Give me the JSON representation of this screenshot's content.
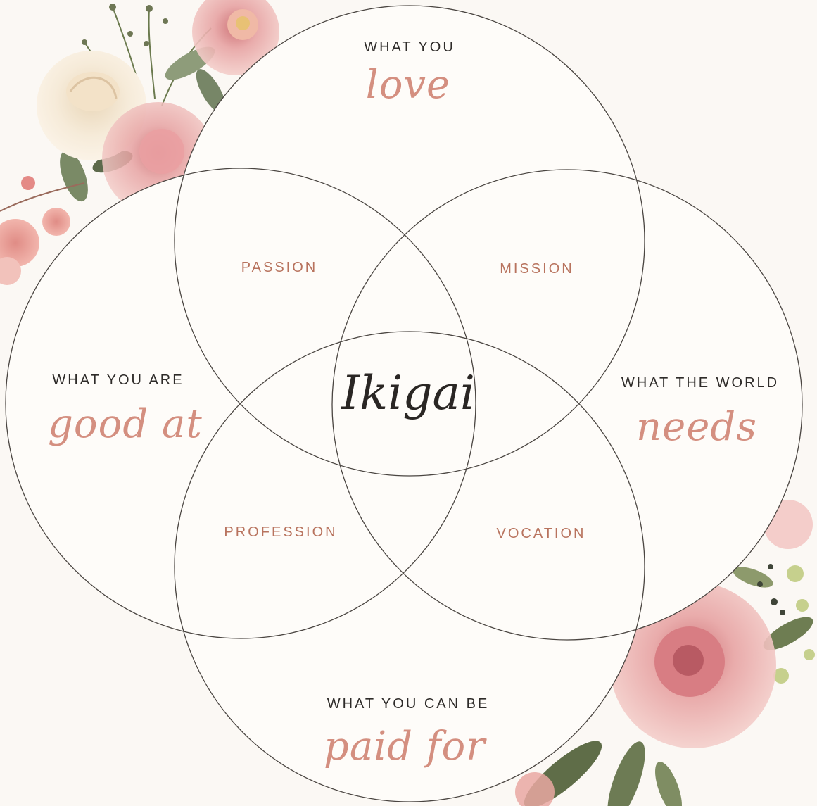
{
  "colors": {
    "background": "#fbf8f4",
    "circle_stroke": "#4a4541",
    "circle_fill": "#fefcf9",
    "heading_text": "#2e2b29",
    "overlap_text": "#b8735e",
    "script_text": "#d48f80",
    "center_text": "#2a2624"
  },
  "diagram": {
    "circles": [
      {
        "heading": "WHAT YOU",
        "script": "love"
      },
      {
        "heading": "WHAT YOU ARE",
        "script": "good at"
      },
      {
        "heading": "WHAT THE WORLD",
        "script": "needs"
      },
      {
        "heading": "WHAT YOU CAN BE",
        "script": "paid for"
      }
    ],
    "overlaps": {
      "passion": "PASSION",
      "mission": "MISSION",
      "profession": "PROFESSION",
      "vocation": "VOCATION"
    },
    "center": "Ikigai"
  },
  "decorations": [
    "flower-bouquet-top-left",
    "flower-bouquet-bottom-right"
  ]
}
